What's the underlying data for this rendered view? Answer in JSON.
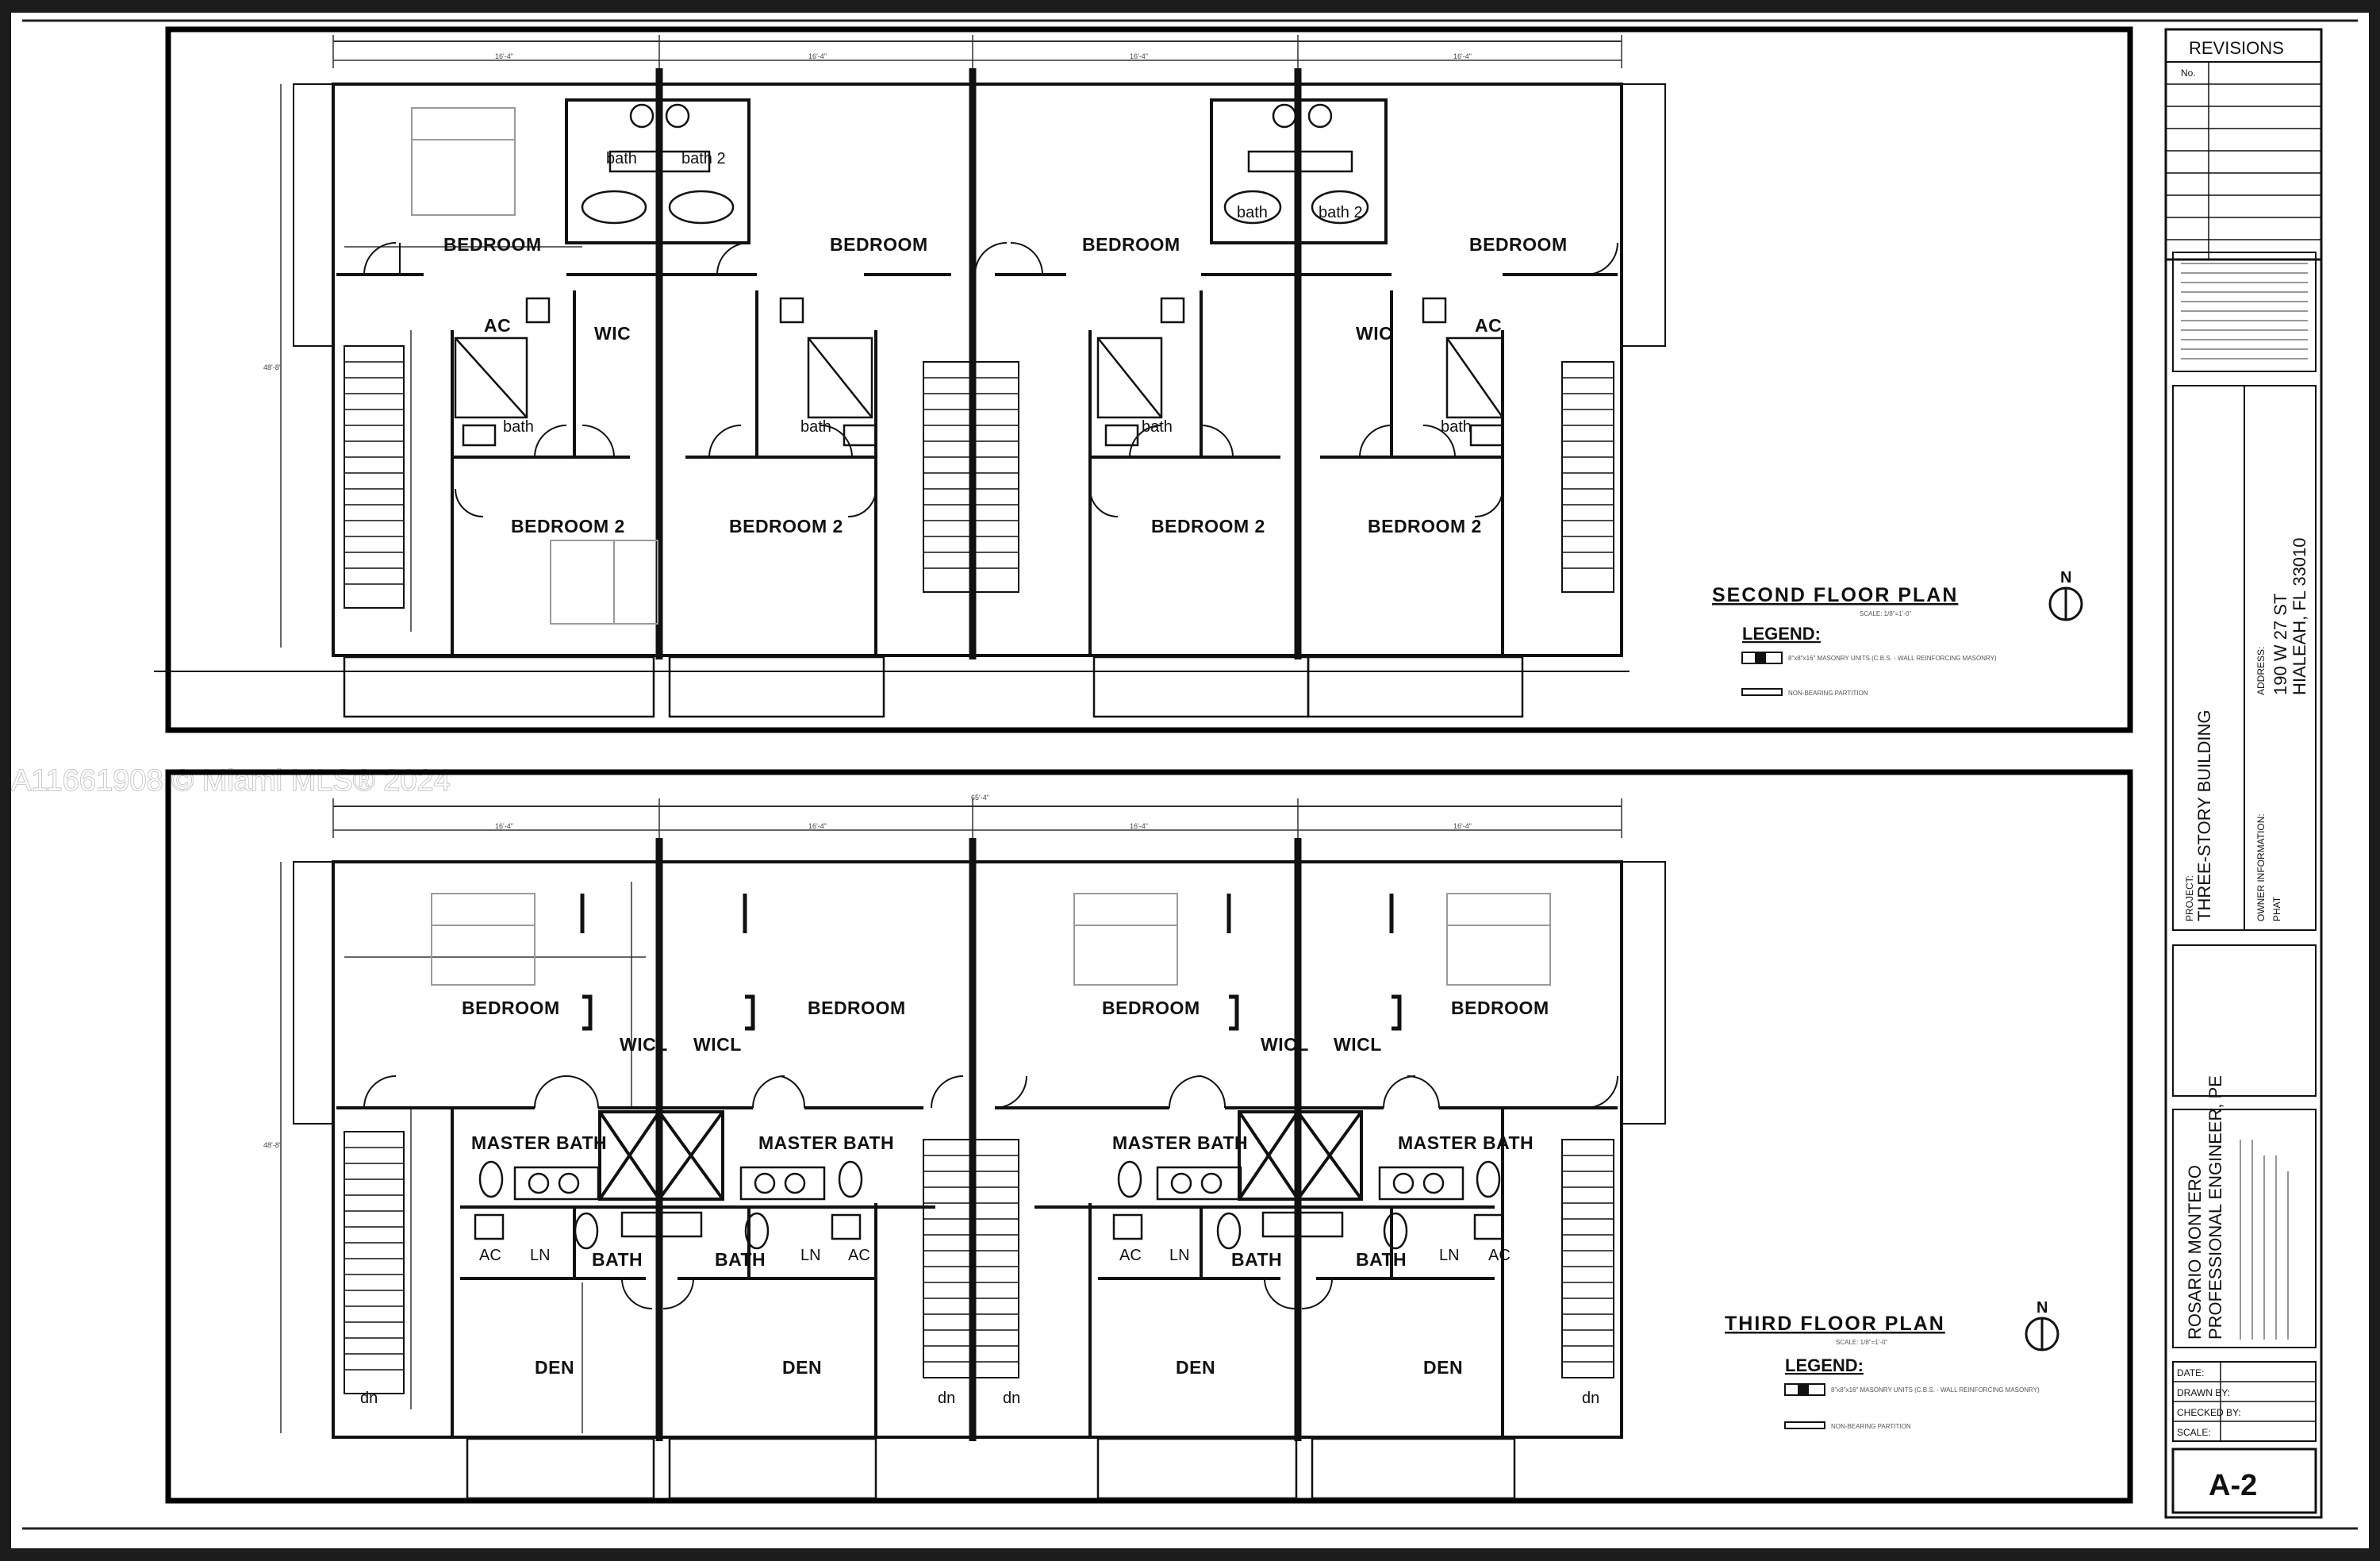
{
  "watermark": "A11661908 © Miami MLS® 2024",
  "second_floor": {
    "title": "SECOND FLOOR PLAN",
    "scale": "SCALE: 1/8\"=1'-0\"",
    "legend_title": "LEGEND:",
    "legend_masonry": "8\"x8\"x16\" MASONRY UNITS (C.B.S. - WALL REINFORCING MASONRY)",
    "legend_partition": "NON-BEARING PARTITION",
    "rooms": [
      "BEDROOM",
      "BEDROOM",
      "BEDROOM",
      "BEDROOM",
      "BEDROOM 2",
      "BEDROOM 2",
      "BEDROOM 2",
      "BEDROOM 2",
      "WIC",
      "WIC",
      "AC",
      "AC",
      "bath",
      "bath",
      "bath",
      "bath",
      "bath",
      "bath 2",
      "bath",
      "bath 2"
    ]
  },
  "third_floor": {
    "title": "THIRD FLOOR PLAN",
    "scale": "SCALE: 1/8\"=1'-0\"",
    "legend_title": "LEGEND:",
    "legend_masonry": "8\"x8\"x16\" MASONRY UNITS (C.B.S. - WALL REINFORCING MASONRY)",
    "legend_partition": "NON-BEARING PARTITION",
    "rooms": [
      "BEDROOM",
      "BEDROOM",
      "BEDROOM",
      "BEDROOM",
      "WICL",
      "WICL",
      "WICL",
      "WICL",
      "MASTER BATH",
      "MASTER BATH",
      "MASTER BATH",
      "MASTER BATH",
      "BATH",
      "BATH",
      "BATH",
      "BATH",
      "DEN",
      "DEN",
      "DEN",
      "DEN",
      "AC",
      "LN",
      "LN",
      "AC",
      "AC",
      "LN",
      "LN",
      "AC"
    ],
    "stair_labels": [
      "dn",
      "dn",
      "dn",
      "dn"
    ]
  },
  "title_block": {
    "revisions_title": "REVISIONS",
    "revisions_no": "No.",
    "project_label": "PROJECT:",
    "project_name": "THREE-STORY BUILDING",
    "owner_label": "OWNER INFORMATION:",
    "owner_name": "PHAT",
    "address_label": "ADDRESS:",
    "address_line1": "190 W 27 ST",
    "address_line2": "HIALEAH, FL 33010",
    "engineer_name": "ROSARIO MONTERO",
    "engineer_title": "PROFESSIONAL ENGINEER, PE",
    "date_label": "DATE:",
    "drawn_label": "DRAWN BY:",
    "checked_label": "CHECKED BY:",
    "scale_label": "SCALE:",
    "sheet_number": "A-2"
  },
  "colors": {
    "line": "#111111",
    "frame": "#000000",
    "paper": "#ffffff",
    "furniture": "#9a9a9a"
  }
}
